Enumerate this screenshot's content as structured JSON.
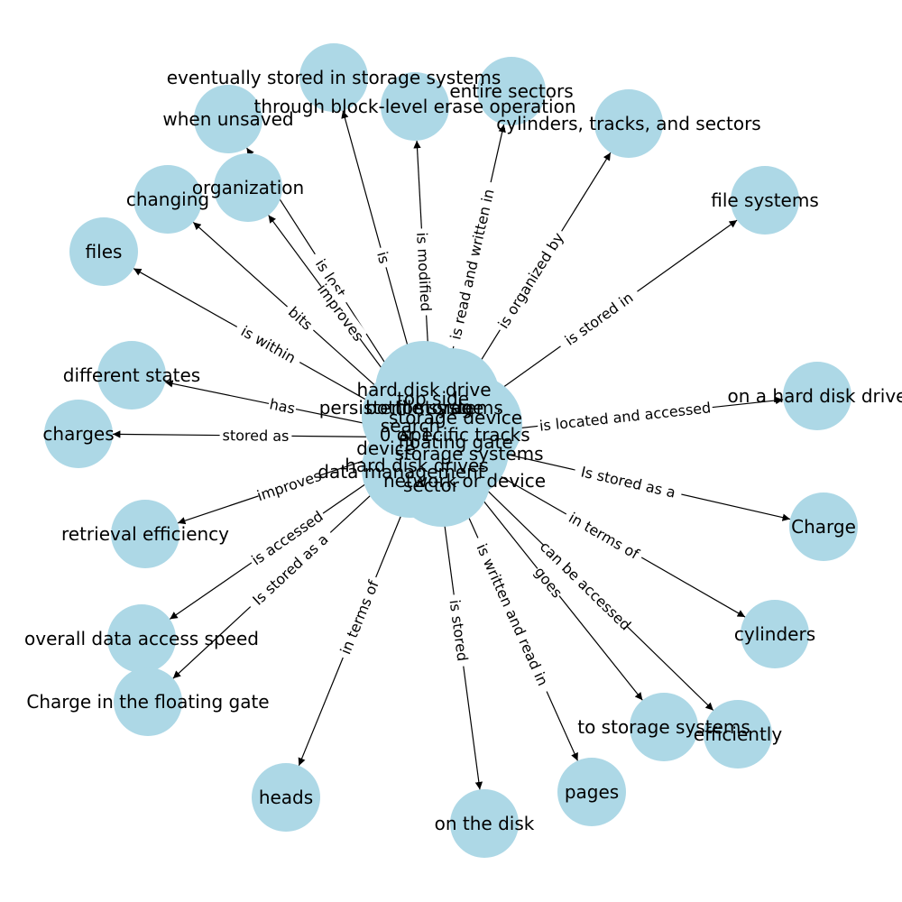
{
  "diagram": {
    "center_labels": [
      "hard disk drive",
      "bottom side",
      "top side",
      "persistent storage",
      "file systems",
      "storage device",
      "search",
      "0 or 1",
      "specific tracks",
      "floating gate",
      "device",
      "storage systems",
      "hard disk drives",
      "data management",
      "network or device",
      "sector"
    ],
    "nodes": [
      {
        "id": "eventually",
        "label": "eventually stored in storage systems"
      },
      {
        "id": "through",
        "label": "through block-level erase operation"
      },
      {
        "id": "entire",
        "label": "entire sectors"
      },
      {
        "id": "cyltracks",
        "label": "cylinders, tracks, and sectors"
      },
      {
        "id": "unsaved",
        "label": "when unsaved"
      },
      {
        "id": "organization",
        "label": "organization"
      },
      {
        "id": "changing",
        "label": "changing"
      },
      {
        "id": "files",
        "label": "files"
      },
      {
        "id": "filesystems",
        "label": "file systems"
      },
      {
        "id": "states",
        "label": "different states"
      },
      {
        "id": "charges",
        "label": "charges"
      },
      {
        "id": "onhdd",
        "label": "on a hard disk drive"
      },
      {
        "id": "charge",
        "label": "Charge"
      },
      {
        "id": "retrieval",
        "label": "retrieval efficiency"
      },
      {
        "id": "cylinders",
        "label": "cylinders"
      },
      {
        "id": "speed",
        "label": "overall data access speed"
      },
      {
        "id": "floating",
        "label": "Charge in the floating gate"
      },
      {
        "id": "tostorage",
        "label": "to storage systems"
      },
      {
        "id": "efficiently",
        "label": "efficiently"
      },
      {
        "id": "heads",
        "label": "heads"
      },
      {
        "id": "pages",
        "label": "pages"
      },
      {
        "id": "ondisk",
        "label": "on the disk"
      }
    ],
    "edges": [
      {
        "to": "eventually",
        "label": "is"
      },
      {
        "to": "through",
        "label": "is modified"
      },
      {
        "to": "entire",
        "label": "is read and written in"
      },
      {
        "to": "cyltracks",
        "label": "is organized by"
      },
      {
        "to": "filesystems",
        "label": "is stored in"
      },
      {
        "to": "unsaved",
        "label": "is lost"
      },
      {
        "to": "organization",
        "label": "improves"
      },
      {
        "to": "changing",
        "label": "bits"
      },
      {
        "to": "files",
        "label": "is within"
      },
      {
        "to": "states",
        "label": "has"
      },
      {
        "to": "charges",
        "label": "stored as"
      },
      {
        "to": "onhdd",
        "label": "is located and accessed"
      },
      {
        "to": "charge",
        "label": "Is stored as a"
      },
      {
        "to": "cylinders",
        "label": "in terms of"
      },
      {
        "to": "retrieval",
        "label": "improves"
      },
      {
        "to": "speed",
        "label": "is accessed"
      },
      {
        "to": "floating",
        "label": "Is stored as a"
      },
      {
        "to": "tostorage",
        "label": "goes"
      },
      {
        "to": "efficiently",
        "label": "can be accessed"
      },
      {
        "to": "heads",
        "label": "in terms of"
      },
      {
        "to": "ondisk",
        "label": "is stored"
      },
      {
        "to": "pages",
        "label": "is written and read in"
      }
    ],
    "colors": {
      "node": "#add8e6",
      "edge": "#000000"
    }
  }
}
